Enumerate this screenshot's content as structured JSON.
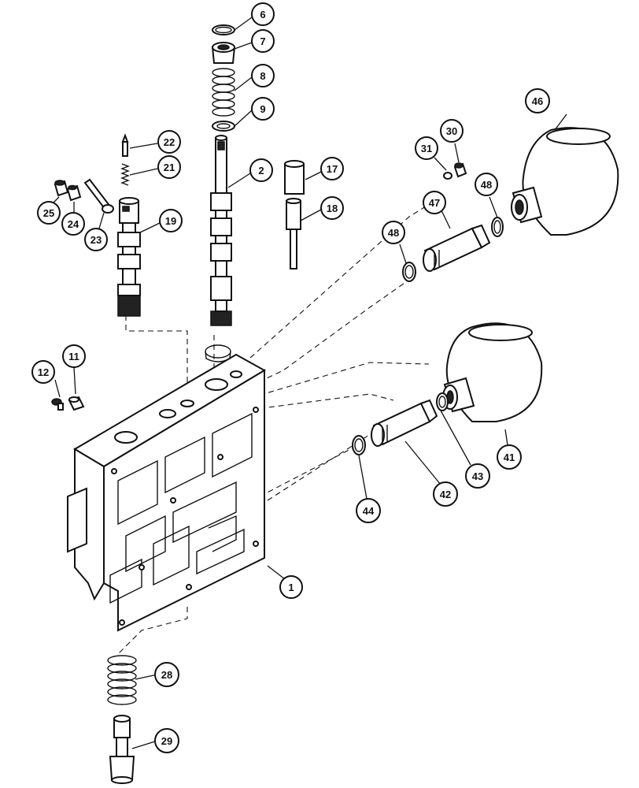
{
  "callouts": [
    {
      "id": "c6",
      "label": "6"
    },
    {
      "id": "c7",
      "label": "7"
    },
    {
      "id": "c8",
      "label": "8"
    },
    {
      "id": "c9",
      "label": "9"
    },
    {
      "id": "c22",
      "label": "22"
    },
    {
      "id": "c21",
      "label": "21"
    },
    {
      "id": "c2",
      "label": "2"
    },
    {
      "id": "c17",
      "label": "17"
    },
    {
      "id": "c18",
      "label": "18"
    },
    {
      "id": "c25",
      "label": "25"
    },
    {
      "id": "c24",
      "label": "24"
    },
    {
      "id": "c23",
      "label": "23"
    },
    {
      "id": "c19",
      "label": "19"
    },
    {
      "id": "c31",
      "label": "31"
    },
    {
      "id": "c30",
      "label": "30"
    },
    {
      "id": "c46",
      "label": "46"
    },
    {
      "id": "c47",
      "label": "47"
    },
    {
      "id": "c48a",
      "label": "48"
    },
    {
      "id": "c48b",
      "label": "48"
    },
    {
      "id": "c12",
      "label": "12"
    },
    {
      "id": "c11",
      "label": "11"
    },
    {
      "id": "c41",
      "label": "41"
    },
    {
      "id": "c43",
      "label": "43"
    },
    {
      "id": "c42",
      "label": "42"
    },
    {
      "id": "c44",
      "label": "44"
    },
    {
      "id": "c1",
      "label": "1"
    },
    {
      "id": "c28",
      "label": "28"
    },
    {
      "id": "c29",
      "label": "29"
    }
  ]
}
